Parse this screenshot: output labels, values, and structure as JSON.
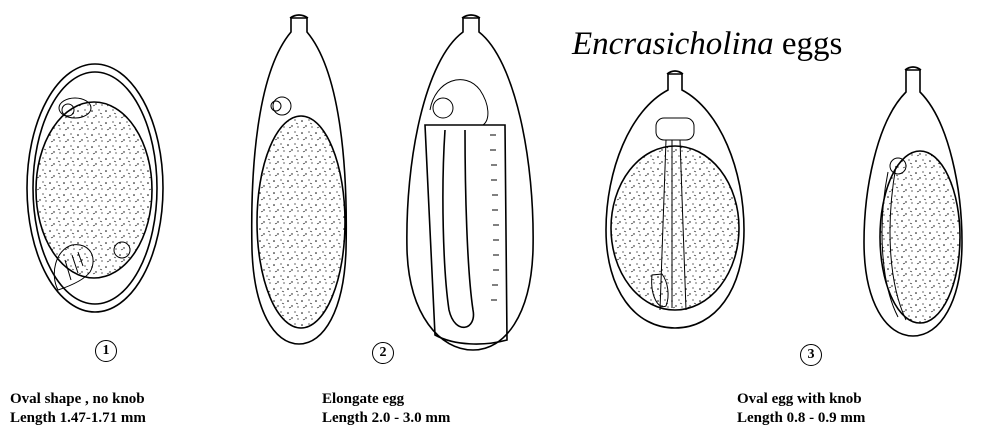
{
  "title": {
    "genus": "Encrasicholina",
    "rest": "eggs"
  },
  "figures": [
    {
      "number": "1",
      "caption_line1": "Oval shape , no knob",
      "caption_line2": "Length 1.47-1.71 mm"
    },
    {
      "number": "2",
      "caption_line1": "Elongate egg",
      "caption_line2": "Length 2.0 - 3.0 mm"
    },
    {
      "number": "3",
      "caption_line1": "Oval egg with knob",
      "caption_line2": "Length 0.8 - 0.9 mm"
    }
  ]
}
